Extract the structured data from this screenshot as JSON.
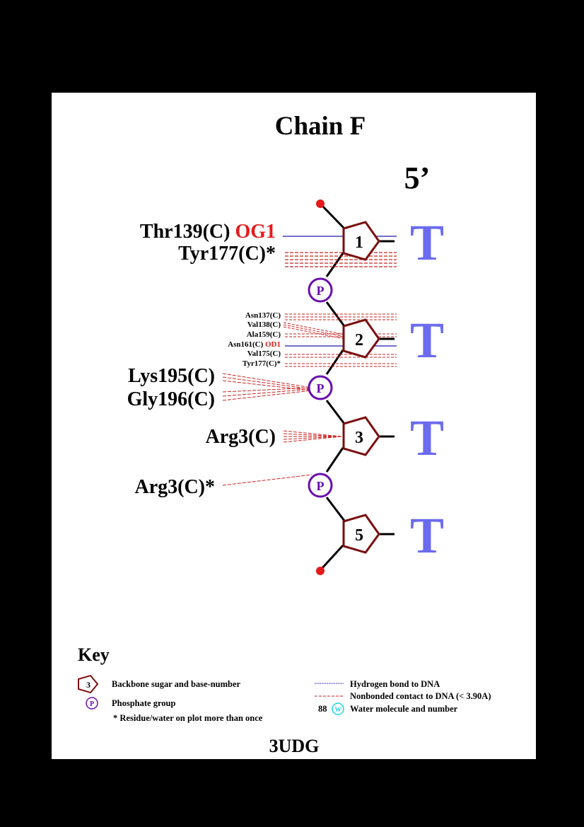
{
  "title": "Chain F",
  "strand_end": "5’",
  "footer": "3UDG",
  "nucleotides": [
    {
      "number": "1",
      "base": "T"
    },
    {
      "number": "2",
      "base": "T"
    },
    {
      "number": "3",
      "base": "T"
    },
    {
      "number": "5",
      "base": "T"
    }
  ],
  "phosphate_label": "P",
  "residues": {
    "thr139": {
      "name": "Thr139(C)",
      "atom": "OG1"
    },
    "tyr177_1": "Tyr177(C)*",
    "asn137": "Asn137(C)",
    "val138": "Val138(C)",
    "ala159": "Ala159(C)",
    "asn161": {
      "name": "Asn161(C)",
      "atom": "OD1"
    },
    "val175": "Val175(C)",
    "tyr177_2": "Tyr177(C)*",
    "lys195": "Lys195(C)",
    "gly196": "Gly196(C)",
    "arg3": "Arg3(C)",
    "arg3_star": "Arg3(C)*"
  },
  "key": {
    "title": "Key",
    "sugar_number": "3",
    "sugar_label": "Backbone sugar and base-number",
    "phosphate_icon": "P",
    "phosphate_label": "Phosphate group",
    "residue_note": "* Residue/water on plot more than once",
    "hbond_label": "Hydrogen bond to DNA",
    "nonbonded_label": "Nonbonded contact to DNA (< 3.90A)",
    "water_number": "88",
    "water_icon": "W",
    "water_label": "Water molecule and number"
  },
  "colors": {
    "sugar": "#7a0f0f",
    "phosphate": "#6a0dad",
    "base": "#6b6bee",
    "hbond": "#1a1aaa",
    "nonbonded": "#cc2222",
    "atom": "#e41b1b",
    "end_dot": "#e41b1b",
    "water": "#1fd6e6"
  }
}
